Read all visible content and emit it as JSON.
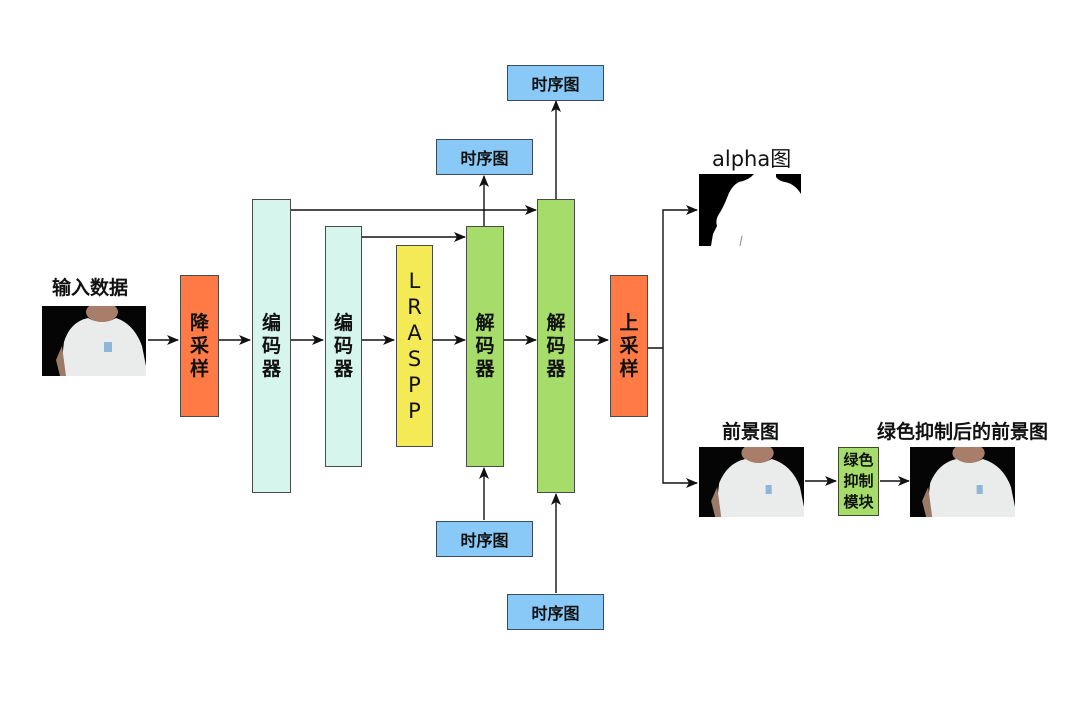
{
  "colors": {
    "downsample": "#ff7a45",
    "encoder": "#d6f5ec",
    "lraspp": "#f3ea55",
    "decoder": "#a6dc6a",
    "upsample": "#ff7a45",
    "temporal_map": "#89c9f7",
    "green_suppress": "#a6dc6a",
    "line": "#111111"
  },
  "input": {
    "label": "输入数据",
    "image": "person-white-tshirt-photo"
  },
  "blocks": {
    "downsample": "降采样",
    "encoder1": "编码器",
    "encoder2": "编码器",
    "lraspp": "LRASPP",
    "decoder1": "解码器",
    "decoder2": "解码器",
    "upsample": "上采样"
  },
  "temporal_maps": {
    "decoder1_top": "时序图",
    "decoder2_top": "时序图",
    "decoder1_bottom": "时序图",
    "decoder2_bottom": "时序图"
  },
  "outputs": {
    "alpha": {
      "label": "alpha图",
      "image": "alpha-matte"
    },
    "foreground": {
      "label": "前景图",
      "image": "person-white-tshirt-photo"
    },
    "green_suppress_module": "绿色抑制模块",
    "final": {
      "label": "绿色抑制后的前景图",
      "image": "person-white-tshirt-photo"
    }
  }
}
